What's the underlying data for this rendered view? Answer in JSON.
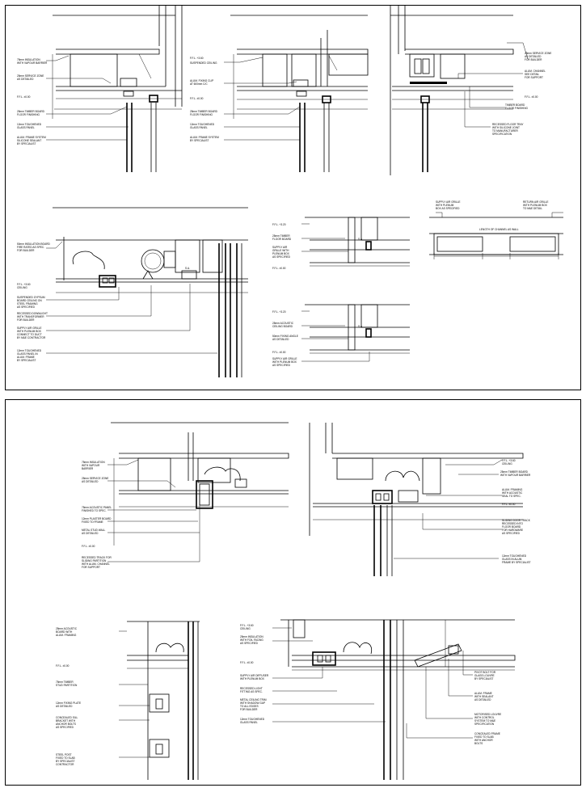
{
  "sheet": {
    "background": "#ffffff",
    "line_color": "#000000"
  },
  "panels": [
    {
      "id": "top",
      "details": 8
    },
    {
      "id": "bottom",
      "details": 4
    }
  ]
}
